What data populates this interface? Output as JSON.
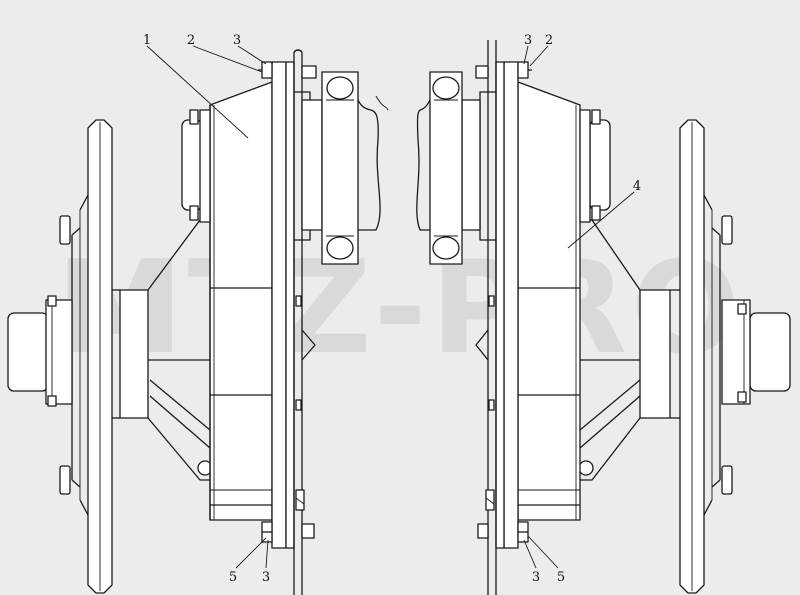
{
  "watermark": "MTZ-PRO",
  "callouts": {
    "left_1": "1",
    "left_2": "2",
    "left_3_top": "3",
    "left_5": "5",
    "left_3_bottom": "3",
    "right_3_top": "3",
    "right_2": "2",
    "right_4": "4",
    "right_3_bottom": "3",
    "right_5": "5"
  },
  "colors": {
    "background": "#ececec",
    "line": "#1a1a1a",
    "watermark": "#d9d9d9"
  }
}
